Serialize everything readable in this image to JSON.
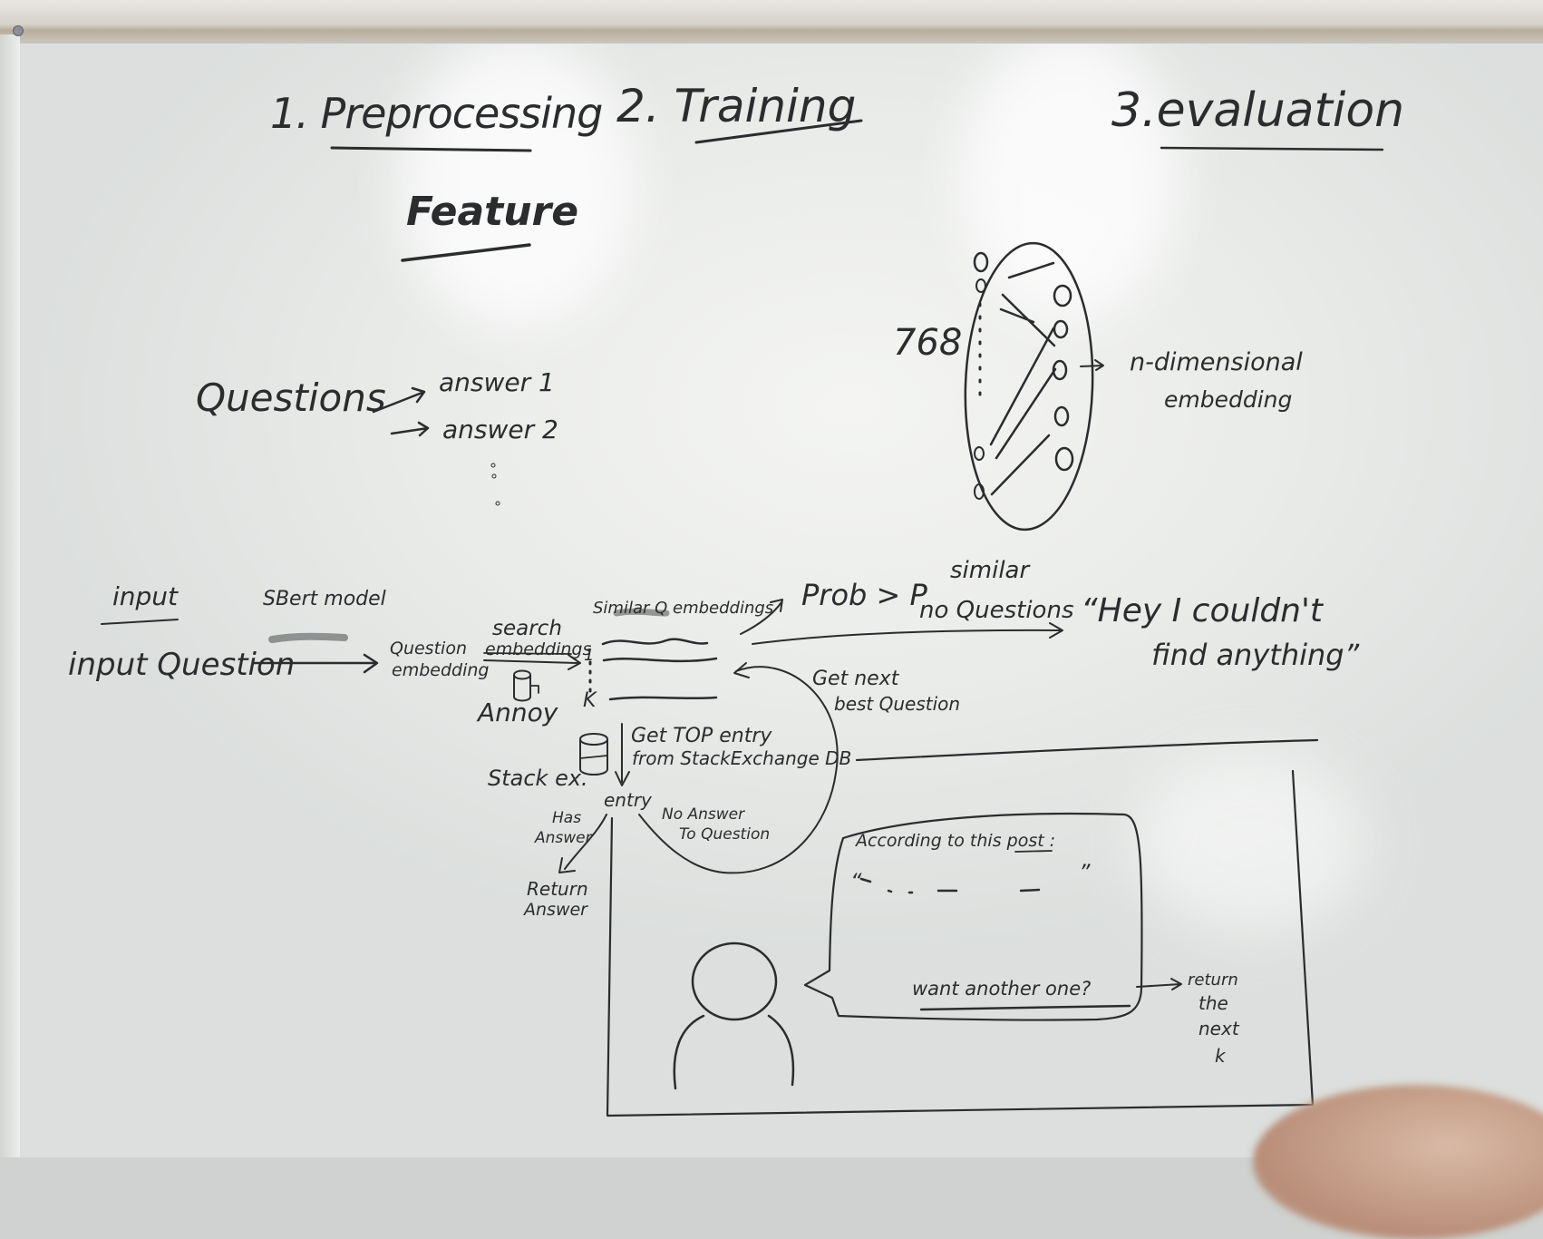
{
  "headings": {
    "preprocessing": "1. Preprocessing",
    "training": "2. Training",
    "evaluation": "3.evaluation",
    "feature": "Feature"
  },
  "questions_block": {
    "questions": "Questions",
    "answer1": "answer 1",
    "answer2": "answer 2"
  },
  "network": {
    "input_size": "768",
    "output_label_1": "n-dimensional",
    "output_label_2": "embedding"
  },
  "pipeline": {
    "input_heading": "input",
    "sbert_label": "SBert model",
    "input_question": "input Question",
    "question_embedding_1": "Question",
    "question_embedding_2": "embedding",
    "search_1": "search",
    "search_2": "embeddings",
    "annoy": "Annoy",
    "similar_embeddings": "Similar Q embeddings",
    "rank_first": "1",
    "rank_k": "K",
    "prob": "Prob > P",
    "similar_1": "similar",
    "similar_2": "no Questions",
    "not_found_1": "“Hey I couldn't",
    "not_found_2": "find anything”",
    "next_best_1": "Get next",
    "next_best_2": "best Question",
    "top_entry_1": "Get TOP entry",
    "top_entry_2": "from StackExchange DB",
    "stack_ex": "Stack ex.",
    "entry": "entry",
    "has_answer_1": "Has",
    "has_answer_2": "Answer",
    "no_answer_1": "No Answer",
    "no_answer_2": "To Question",
    "return_1": "Return",
    "return_2": "Answer"
  },
  "chat_mockup": {
    "according": "According to this post :",
    "quote_open": "“",
    "quote_close": "”",
    "want_another": "want another one?",
    "return_next_1": "return",
    "return_next_2": "the",
    "return_next_3": "next",
    "return_next_4": "k"
  }
}
